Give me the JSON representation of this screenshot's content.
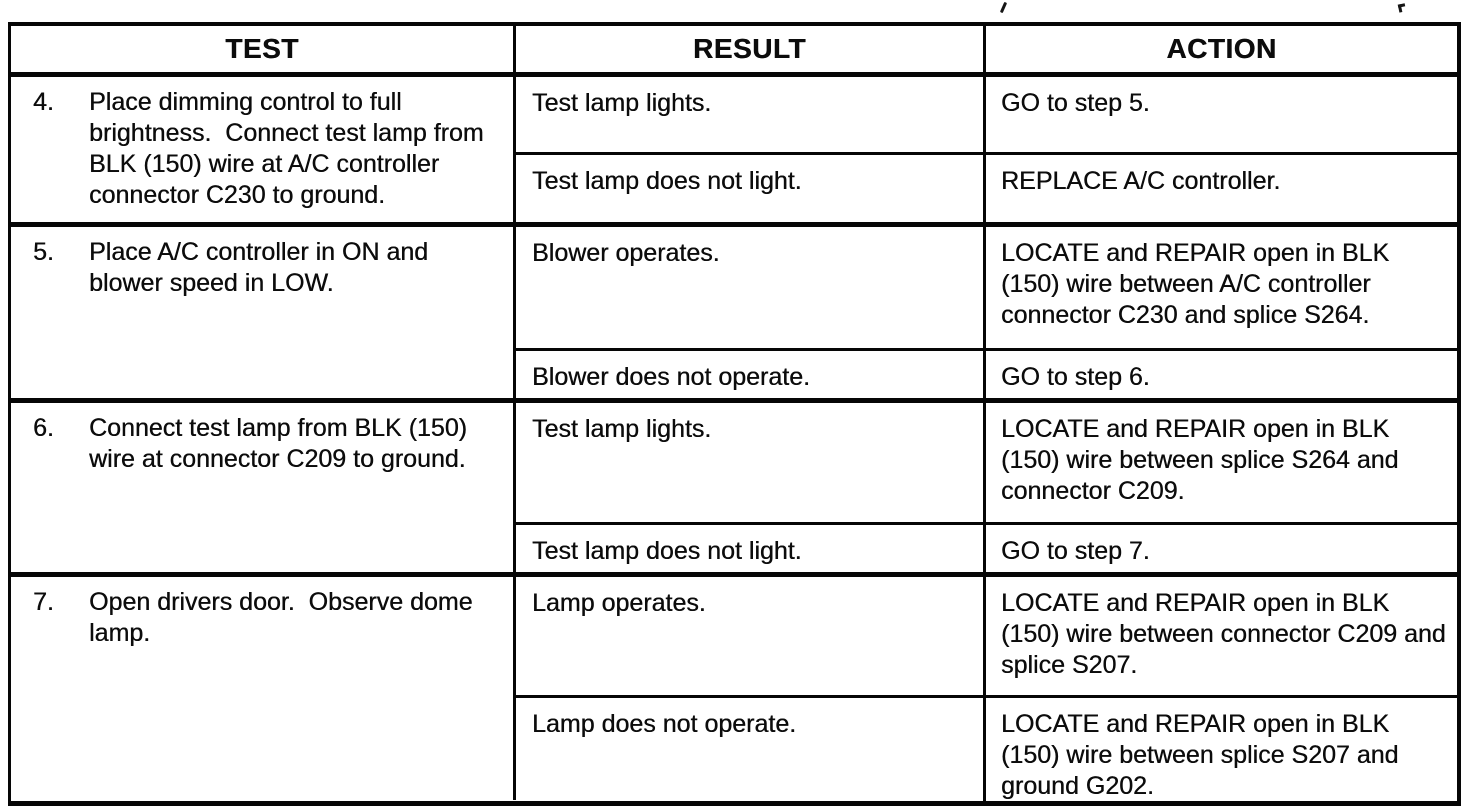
{
  "colors": {
    "ink": "#0c0c0c",
    "paper": "#ffffff"
  },
  "table": {
    "columns": [
      "TEST",
      "RESULT",
      "ACTION"
    ],
    "rows": [
      {
        "step": "4.",
        "test": "Place dimming control to full brightness.  Connect test lamp from BLK (150) wire at A/C controller connector C230 to ground.",
        "outcomes": [
          {
            "result": "Test lamp lights.",
            "action": "GO to step 5."
          },
          {
            "result": "Test lamp does not light.",
            "action": "REPLACE A/C controller."
          }
        ]
      },
      {
        "step": "5.",
        "test": "Place A/C controller in ON and blower speed in LOW.",
        "outcomes": [
          {
            "result": "Blower operates.",
            "action": "LOCATE and REPAIR open in BLK (150) wire between A/C controller connector C230 and splice S264."
          },
          {
            "result": "Blower does not operate.",
            "action": "GO to step 6."
          }
        ]
      },
      {
        "step": "6.",
        "test": "Connect test lamp from BLK (150) wire at connector C209 to ground.",
        "outcomes": [
          {
            "result": "Test lamp lights.",
            "action": "LOCATE and REPAIR open in BLK (150) wire between splice S264 and connector C209."
          },
          {
            "result": "Test lamp does not light.",
            "action": "GO to step 7."
          }
        ]
      },
      {
        "step": "7.",
        "test": "Open drivers door.  Observe dome lamp.",
        "outcomes": [
          {
            "result": "Lamp operates.",
            "action": "LOCATE and REPAIR open in BLK (150) wire between connector C209 and splice S207."
          },
          {
            "result": "Lamp does not operate.",
            "action": "LOCATE and REPAIR open in BLK (150) wire between splice S207 and ground G202."
          }
        ]
      }
    ]
  }
}
